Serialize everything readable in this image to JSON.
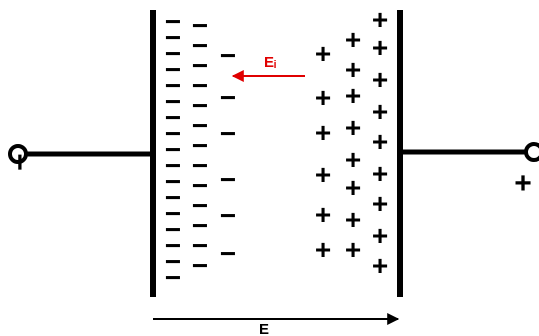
{
  "labels": {
    "internal_field": "Eᵢ",
    "external_field": "E",
    "left_terminal": "−",
    "right_terminal": "+"
  },
  "symbols": {
    "negative_charge": "−",
    "positive_charge": "+"
  },
  "colors": {
    "line": "#000000",
    "internal_field": "#e00000",
    "background": "#ffffff"
  },
  "icons": {
    "left_plate": "capacitor-plate",
    "right_plate": "capacitor-plate",
    "left_terminal": "open-terminal-circle",
    "right_terminal": "open-terminal-circle",
    "internal_field_arrow": "arrow-left",
    "external_field_arrow": "arrow-right"
  }
}
